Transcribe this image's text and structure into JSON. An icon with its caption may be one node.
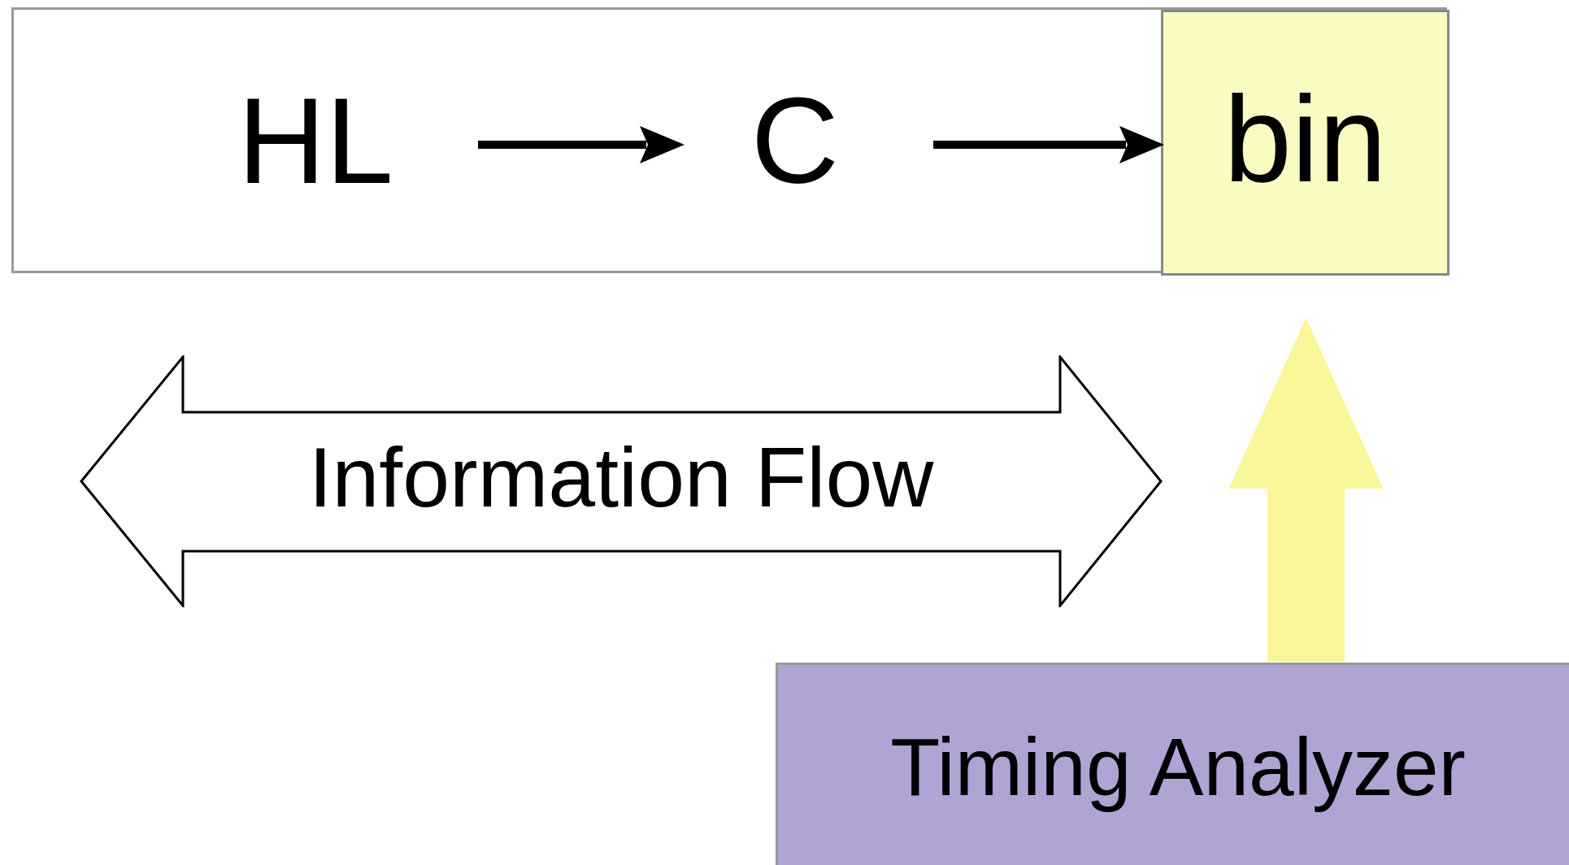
{
  "diagram": {
    "nodes": [
      {
        "text": [],
        "shape": "box"
      },
      {
        "text": [
          "HL"
        ],
        "in": 0
      },
      {
        "text": [
          "C"
        ],
        "in": 0
      },
      {
        "text": [
          "bin"
        ],
        "in": 0
      },
      {
        "text": [
          "Information Flow"
        ]
      },
      {
        "text": [
          "Timing Analyzer"
        ]
      }
    ],
    "edges": [
      {
        "from": 1,
        "to": 2,
        "arrow": "to"
      },
      {
        "from": 2,
        "to": 3,
        "arrow": "to"
      },
      {
        "from": 5,
        "to": 3,
        "arrow": "to",
        "style": "thick",
        "color": "#f9f599"
      }
    ]
  }
}
